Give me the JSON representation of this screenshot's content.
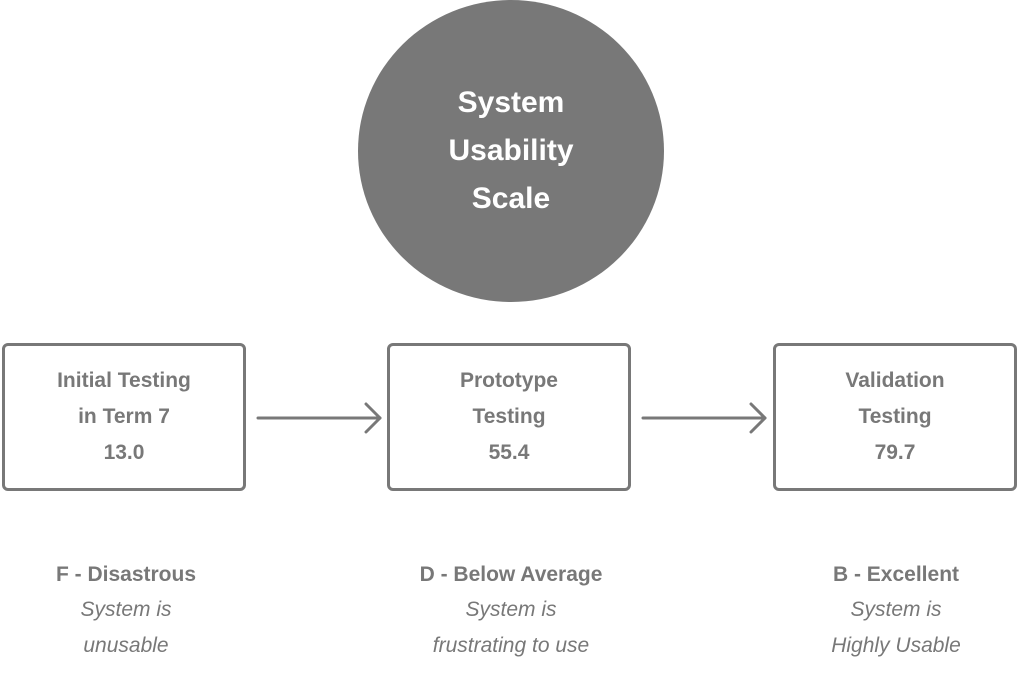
{
  "title": {
    "lines": [
      "System",
      "Usability",
      "Scale"
    ]
  },
  "stages": [
    {
      "lines": [
        "Initial Testing",
        "in Term 7",
        "13.0"
      ],
      "grade": "F - Disastrous",
      "description_lines": [
        "System is",
        "unusable"
      ]
    },
    {
      "lines": [
        "Prototype",
        "Testing",
        "55.4"
      ],
      "grade": "D - Below Average",
      "description_lines": [
        "System is",
        "frustrating to use"
      ]
    },
    {
      "lines": [
        "Validation",
        "Testing",
        "79.7"
      ],
      "grade": "B - Excellent",
      "description_lines": [
        "System is",
        "Highly Usable"
      ]
    }
  ],
  "colors": {
    "primary": "#787878",
    "text_on_primary": "#ffffff",
    "background": "#ffffff"
  }
}
